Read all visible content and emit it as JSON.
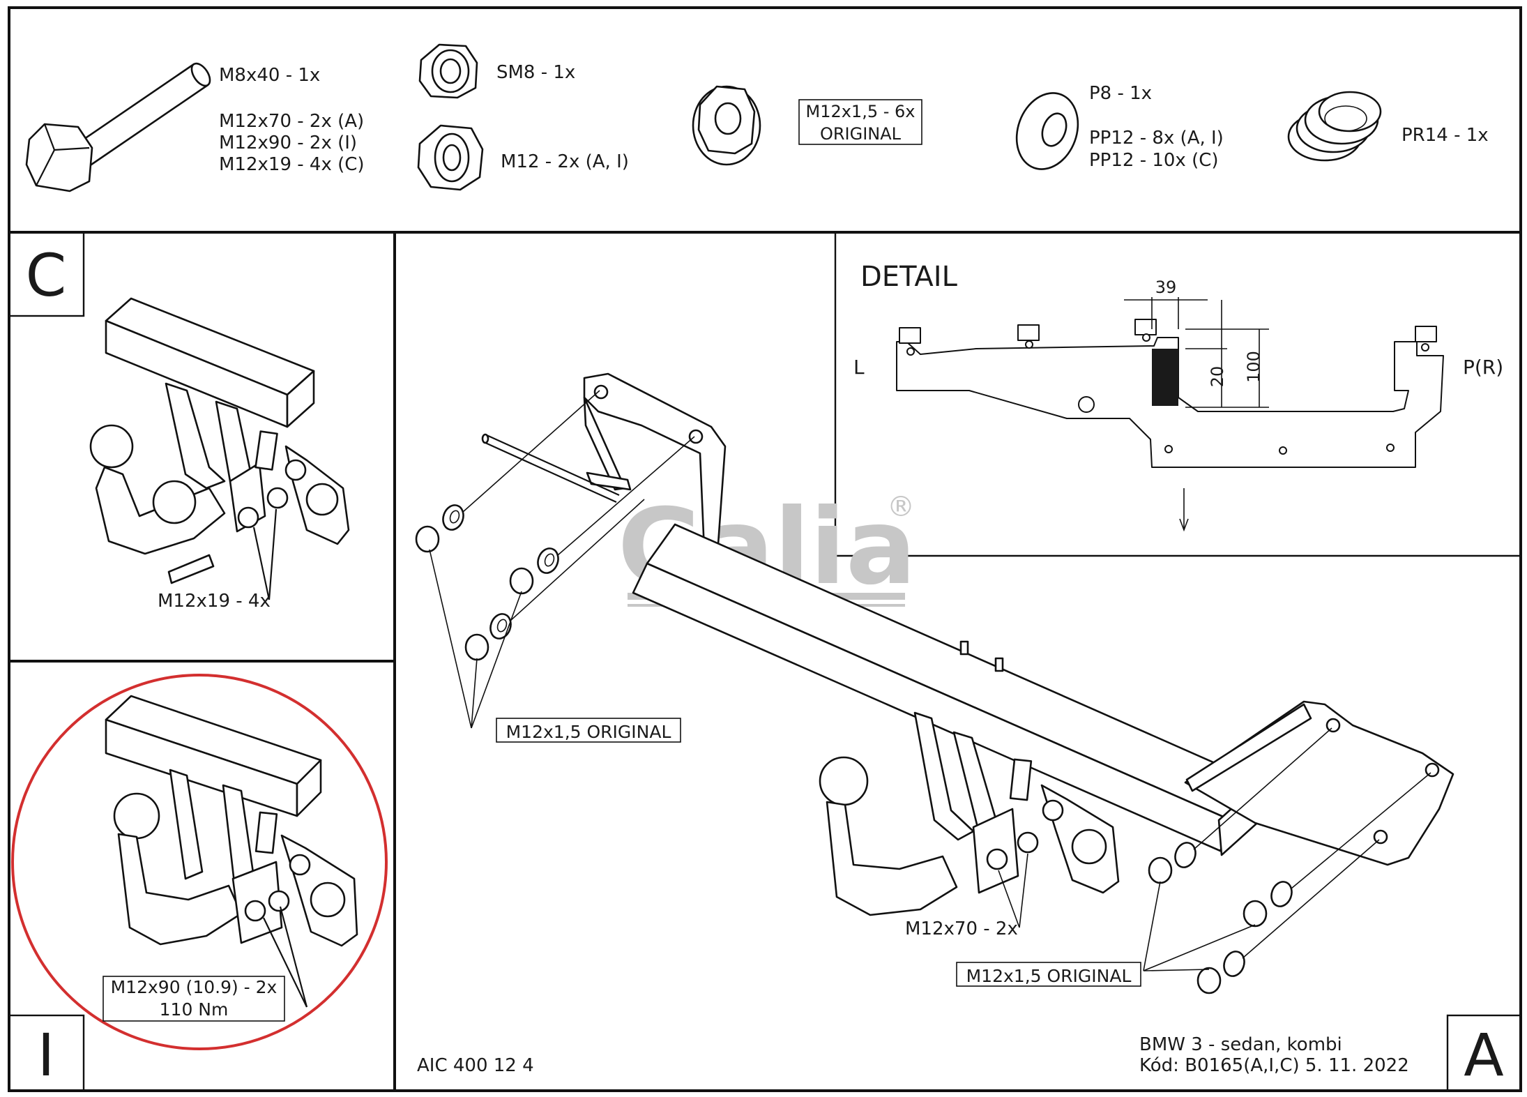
{
  "colors": {
    "ink": "#111111",
    "watermark": "#c7c7c7",
    "highlight": "#d32f2f"
  },
  "parts": {
    "bolt": {
      "icon": "hex-bolt-icon",
      "lines": [
        "M8x40 - 1x",
        "M12x70 - 2x (A)",
        "M12x90 - 2x (I)",
        "M12x19 - 4x (C)"
      ]
    },
    "locknut": {
      "icon": "lock-nut-icon",
      "label": "SM8 - 1x"
    },
    "nut": {
      "icon": "hex-nut-icon",
      "label": "M12 - 2x (A, I)"
    },
    "flange_nut": {
      "icon": "flange-nut-icon",
      "lines": [
        "M12x1,5 - 6x",
        "ORIGINAL"
      ]
    },
    "washer": {
      "icon": "washer-icon",
      "lines": [
        "P8 - 1x",
        "PP12 - 8x (A, I)",
        "PP12 - 10x (C)"
      ]
    },
    "spring_washer": {
      "icon": "spring-washer-icon",
      "label": "PR14 - 1x"
    }
  },
  "panel_c": {
    "letter": "C",
    "callout": "M12x19 - 4x"
  },
  "panel_i": {
    "letter": "I",
    "callout_lines": [
      "M12x90 (10.9) - 2x",
      "110 Nm"
    ]
  },
  "panel_a": {
    "letter": "A"
  },
  "main": {
    "callout_left": "M12x1,5 ORIGINAL",
    "callout_right": "M12x1,5 ORIGINAL",
    "callout_bolts": "M12x70 - 2x"
  },
  "detail": {
    "title": "DETAIL",
    "left_label": "L",
    "right_label": "P(R)",
    "dim_width": "39",
    "dim_height_small": "20",
    "dim_height_large": "100"
  },
  "watermark": {
    "text": "Galia",
    "mark": "®"
  },
  "footer": {
    "code": "AIC 400 12 4",
    "vehicle": "BMW 3 - sedan, kombi",
    "kod": "Kód: B0165(A,I,C)  5. 11. 2022"
  }
}
